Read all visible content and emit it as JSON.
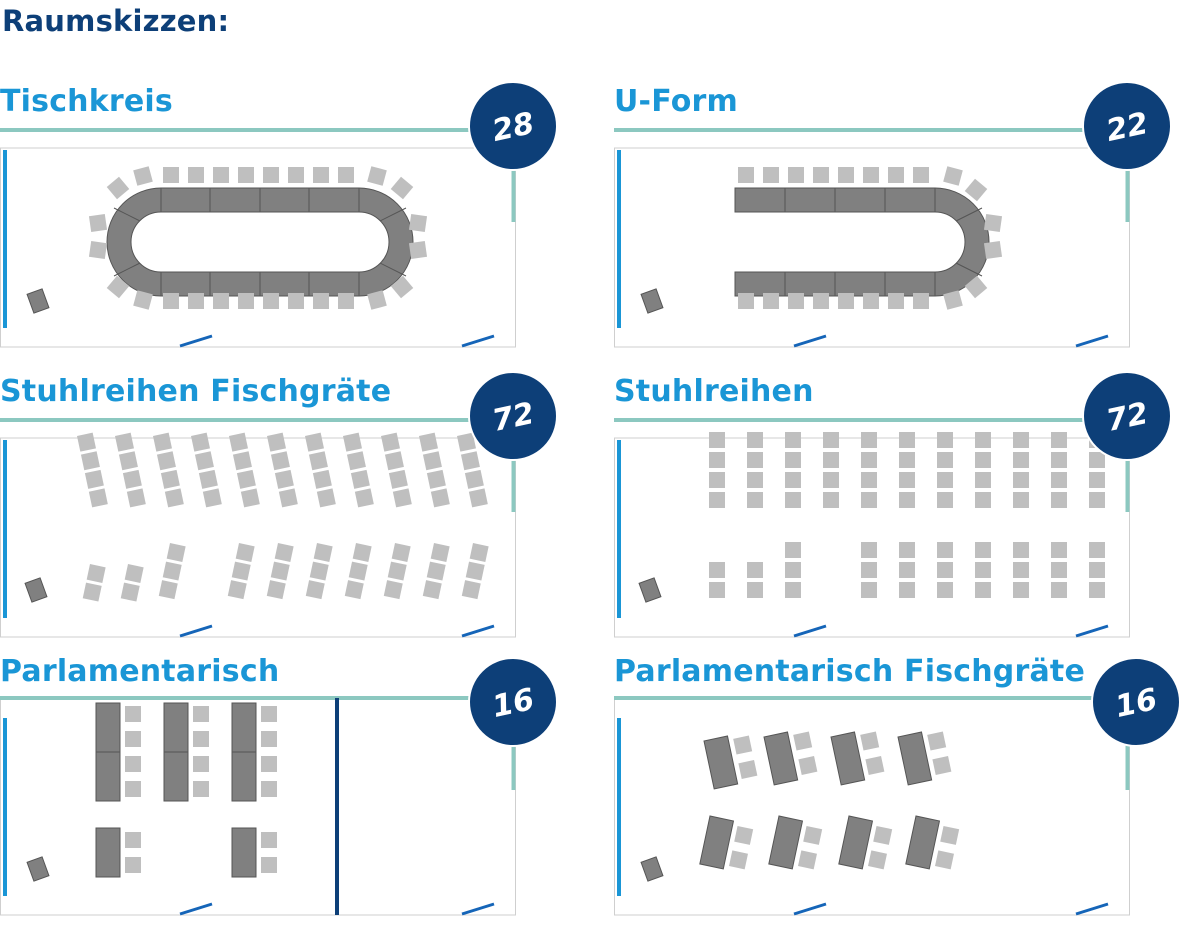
{
  "header": {
    "title": "Raumskizzen:"
  },
  "colors": {
    "title_dark": "#0d3f78",
    "title_blue": "#1a96d6",
    "teal_line": "#8cc8c0",
    "badge_fill": "#0d3f78",
    "table_fill": "#808080",
    "chair_fill": "#bfbfbf"
  },
  "panels": [
    {
      "title": "Tischkreis",
      "capacity": "28"
    },
    {
      "title": "U-Form",
      "capacity": "22"
    },
    {
      "title": "Stuhlreihen Fischgräte",
      "capacity": "72"
    },
    {
      "title": "Stuhlreihen",
      "capacity": "72"
    },
    {
      "title": "Parlamentarisch",
      "capacity": "16"
    },
    {
      "title": "Parlamentarisch Fischgräte",
      "capacity": "16"
    }
  ]
}
